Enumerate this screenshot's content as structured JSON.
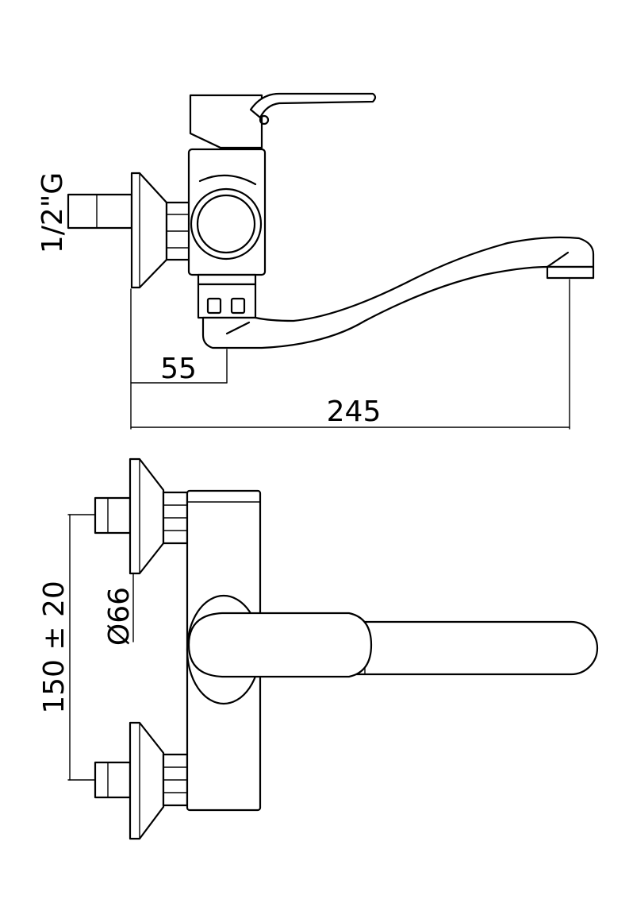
{
  "dimensions": {
    "thread": "1/2\"G",
    "offset": "55",
    "reach": "245",
    "centers": "150 ± 20",
    "flange_diameter": "Ø66"
  },
  "colors": {
    "line": "#000000",
    "background": "#ffffff"
  }
}
